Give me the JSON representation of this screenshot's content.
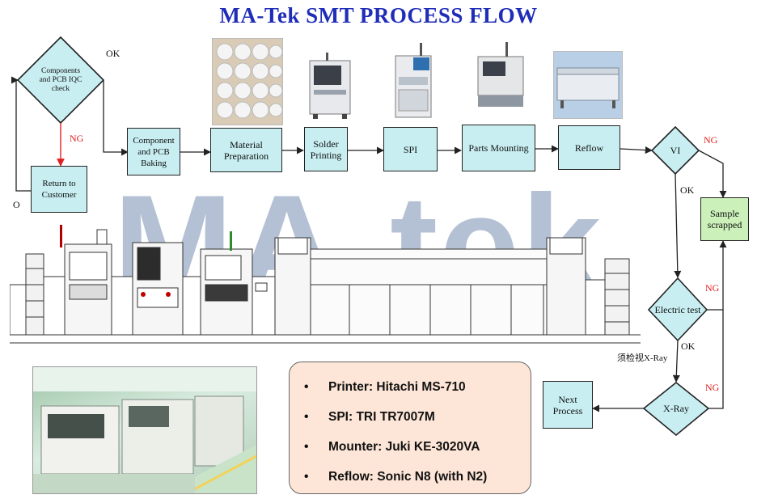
{
  "title": "MA-Tek SMT PROCESS FLOW",
  "watermark": "MA-tek",
  "nodes": {
    "iqc_check": "Components and PCB IQC check",
    "return_to_customer": "Return to Customer",
    "baking": "Component and PCB Baking",
    "material_prep": "Material Preparation",
    "solder_printing": "Solder Printing",
    "spi": "SPI",
    "parts_mounting": "Parts Mounting",
    "reflow": "Reflow",
    "vi": "VI",
    "sample_scrapped": "Sample scrapped",
    "electric_test": "Electric test",
    "xray": "X-Ray",
    "next_process": "Next Process"
  },
  "labels": {
    "ok_iqc": "OK",
    "ng_iqc": "NG",
    "zero": "O",
    "ng_vi": "NG",
    "ok_vi": "OK",
    "ng_et": "NG",
    "ok_et": "OK",
    "ng_xray": "NG",
    "xray_caption": "须检视X-Ray"
  },
  "specs": [
    "Printer: Hitachi MS-710",
    "SPI: TRI TR7007M",
    "Mounter: Juki KE-3020VA",
    "Reflow: Sonic N8 (with N2)"
  ],
  "bullet": "•",
  "colors": {
    "title": "#1f2db8",
    "process_box": "#c8eef1",
    "scrapped_box": "#cbf0b9",
    "ng_text": "#e02020",
    "spec_panel": "#fde6d8",
    "watermark": "#9fb0c8"
  }
}
